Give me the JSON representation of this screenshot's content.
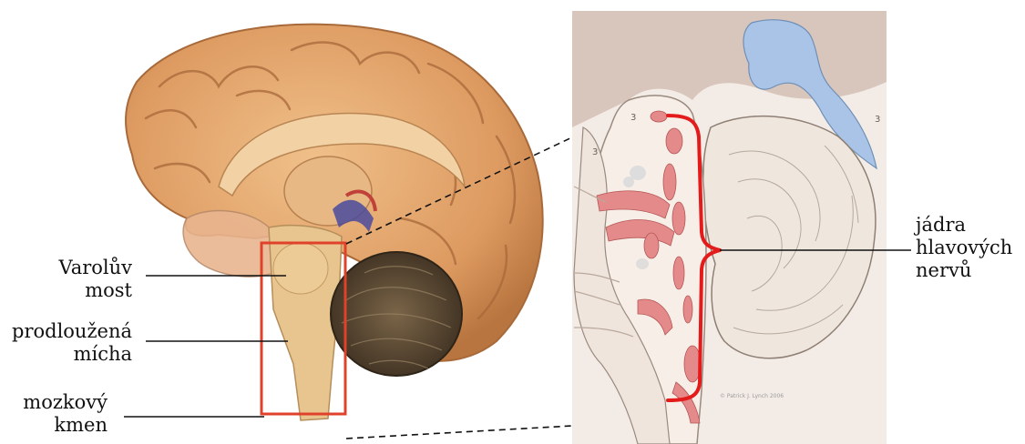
{
  "labels": {
    "pons_line1": "Varolův",
    "pons_line2": "most",
    "medulla_line1": "prodloužená",
    "medulla_line2": "mícha",
    "brainstem_line1": "mozkový",
    "brainstem_line2": "kmen",
    "nuclei_line1": "jádra",
    "nuclei_line2": "hlavových",
    "nervs_line3": "nervů"
  },
  "section_numbers": [
    "3",
    "3",
    "3"
  ],
  "credit": "© Patrick J. Lynch 2006",
  "colors": {
    "highlight_box": "#e0412a",
    "bracket": "#e31b1b",
    "brain_tissue": "#e2a46a",
    "brainstem": "#e6c18a",
    "cerebellum_model": "#5b4a33",
    "ventricle": "#a9c4e6",
    "nuclei": "#e58a8a",
    "section_bg": "#f3ece6"
  }
}
